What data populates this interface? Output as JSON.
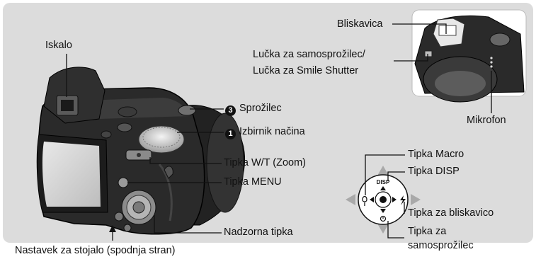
{
  "labels": {
    "bliskavica": "Bliskavica",
    "lucka_line1": "Lučka za samosprožilec/",
    "lucka_line2": "Lučka za Smile Shutter",
    "iskalo": "Iskalo",
    "sprozilec_num": "3",
    "sprozilec": "Sprožilec",
    "izbirnik_num": "1",
    "izbirnik": "Izbirnik načina",
    "mikrofon": "Mikrofon",
    "tipka_wt": "Tipka W/T (Zoom)",
    "tipka_menu": "Tipka MENU",
    "tipka_macro": "Tipka Macro",
    "tipka_disp": "Tipka DISP",
    "tipka_bliskavico": "Tipka za bliskavico",
    "tipka_samo_line1": "Tipka za",
    "tipka_samo_line2": "samosprožilec",
    "nadzorna": "Nadzorna tipka",
    "nastavek": "Nastavek za stojalo (spodnja stran)",
    "disp_button_text": "DISP"
  },
  "colors": {
    "panel": "#dcdcdc",
    "camera_body": "#2a2a2a",
    "leader_line": "#111111",
    "arrow_gray": "#a9a9a9"
  }
}
